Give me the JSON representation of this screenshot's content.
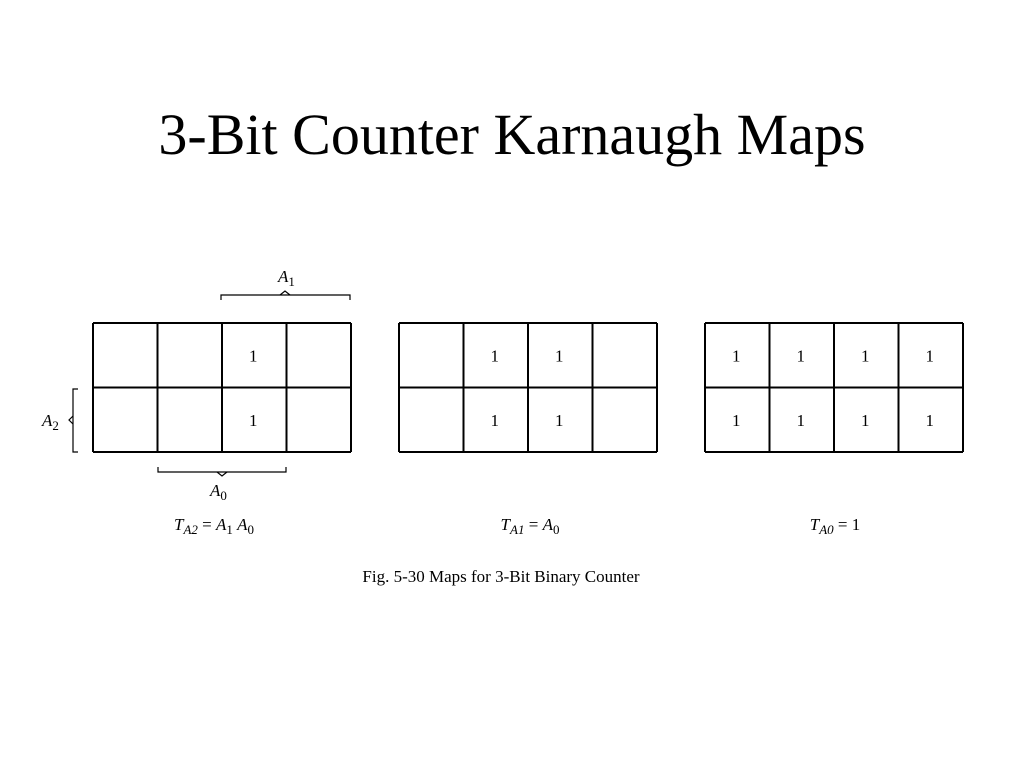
{
  "slide": {
    "title": "3-Bit Counter Karnaugh Maps"
  },
  "labels": {
    "a1": {
      "letter": "A",
      "subscript": "1"
    },
    "a2": {
      "letter": "A",
      "subscript": "2"
    },
    "a0": {
      "letter": "A",
      "subscript": "0"
    }
  },
  "maps": [
    {
      "id": "ta2",
      "cells": [
        [
          "",
          "",
          "1",
          ""
        ],
        [
          "",
          "",
          "1",
          ""
        ]
      ],
      "equation": [
        {
          "text": "T",
          "italic": true
        },
        {
          "text": "A2",
          "italic": true,
          "sub": true
        },
        {
          "text": " = "
        },
        {
          "text": "A",
          "italic": true
        },
        {
          "text": "1",
          "sub": true
        },
        {
          "text": " "
        },
        {
          "text": "A",
          "italic": true
        },
        {
          "text": "0",
          "sub": true
        }
      ]
    },
    {
      "id": "ta1",
      "cells": [
        [
          "",
          "1",
          "1",
          ""
        ],
        [
          "",
          "1",
          "1",
          ""
        ]
      ],
      "equation": [
        {
          "text": "T",
          "italic": true
        },
        {
          "text": "A1",
          "italic": true,
          "sub": true
        },
        {
          "text": " = "
        },
        {
          "text": "A",
          "italic": true
        },
        {
          "text": "0",
          "sub": true
        }
      ]
    },
    {
      "id": "ta0",
      "cells": [
        [
          "1",
          "1",
          "1",
          "1"
        ],
        [
          "1",
          "1",
          "1",
          "1"
        ]
      ],
      "equation": [
        {
          "text": "T",
          "italic": true
        },
        {
          "text": "A0",
          "italic": true,
          "sub": true
        },
        {
          "text": " = 1"
        }
      ]
    }
  ],
  "caption": "Fig. 5-30  Maps for 3-Bit Binary Counter"
}
